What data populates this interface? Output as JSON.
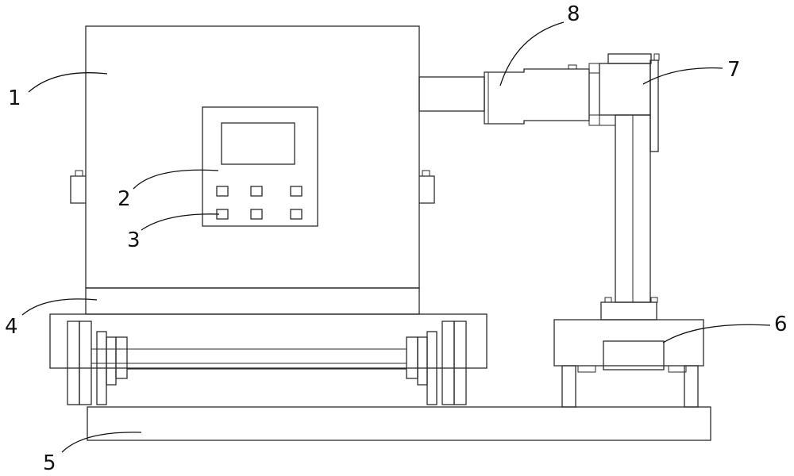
{
  "labels": {
    "l1": "1",
    "l2": "2",
    "l3": "3",
    "l4": "4",
    "l5": "5",
    "l6": "6",
    "l7": "7",
    "l8": "8"
  },
  "colors": {
    "line": "#2b2b2b",
    "background": "#ffffff"
  }
}
